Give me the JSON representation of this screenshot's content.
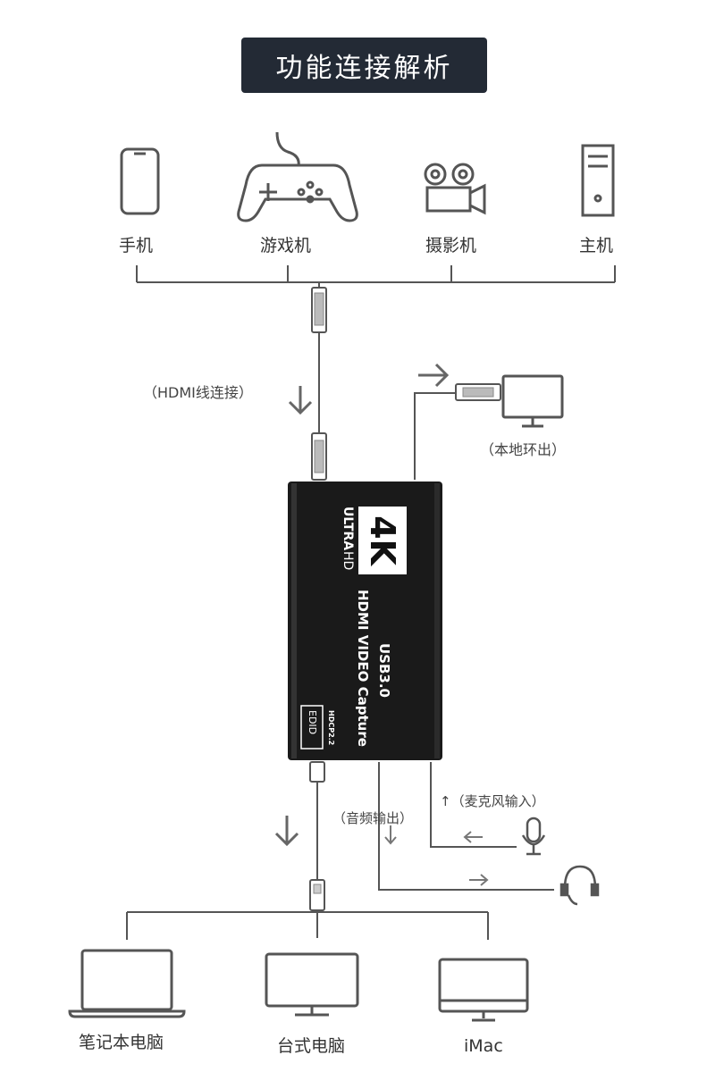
{
  "title": "功能连接解析",
  "sources": [
    {
      "label": "手机",
      "icon": "phone-icon"
    },
    {
      "label": "游戏机",
      "icon": "gamepad-icon"
    },
    {
      "label": "摄影机",
      "icon": "video-camera-icon"
    },
    {
      "label": "主机",
      "icon": "pc-tower-icon"
    }
  ],
  "hdmi_connection_label": "（HDMI线连接）",
  "loop_out_label": "（本地环出）",
  "device": {
    "badge": "4K",
    "ultra": "ULTRA",
    "hd": "HD",
    "line1": "HDMI VIDEO Capture",
    "line2": "USB3.0",
    "hdcp": "HDCP2.2",
    "edid": "EDID"
  },
  "mic_input_label": "↑（麦克风输入）",
  "audio_output_label": "（音频输出）",
  "targets": [
    {
      "label": "笔记本电脑",
      "icon": "laptop-icon"
    },
    {
      "label": "台式电脑",
      "icon": "desktop-monitor-icon"
    },
    {
      "label": "iMac",
      "icon": "imac-icon"
    }
  ]
}
